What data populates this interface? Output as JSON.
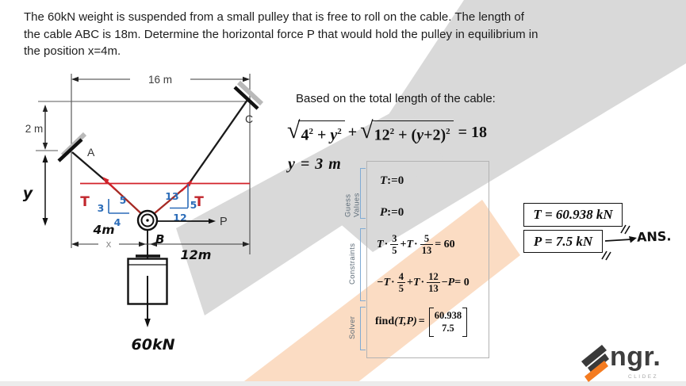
{
  "problem": {
    "text": "The 60kN weight is suspended from a small pulley that is free to roll on the cable. The length of the cable ABC is 18m. Determine the horizontal force P that would hold the pulley in equilibrium in the position x=4m."
  },
  "diagram": {
    "dim_top": "16 m",
    "dim_left": "2 m",
    "axis_y": "y",
    "dim_x": "x",
    "dim_4m": "4m",
    "dim_12m": "12m",
    "point_a": "A",
    "point_b": "B",
    "point_c": "C",
    "force_p": "P",
    "weight_label": "60kN",
    "tension_left": "T",
    "tension_right": "T",
    "slope_left": {
      "v": "3",
      "h": "4",
      "hyp": "5"
    },
    "slope_right": {
      "v": "5",
      "h": "12",
      "hyp": "13"
    }
  },
  "solution": {
    "intro": "Based on the total length of the cable:",
    "eq": {
      "sqrt": "√",
      "r1a": "4",
      "e1": "2",
      "p1": " + ",
      "y1": "y",
      "e2": "2",
      "plus": "+",
      "r2a": "12",
      "e3": "2",
      "p2": " + (",
      "y2": "y",
      "t2": "+2)",
      "e4": "2",
      "rhs": "= 18"
    },
    "yres": {
      "lhs": "y",
      "eq": " = ",
      "rhs": "3 m"
    },
    "block": {
      "sections": {
        "guess": "Guess Values",
        "constraints": "Constraints",
        "solver": "Solver"
      },
      "g1": {
        "v": "T",
        "op": ":=",
        "val": "0"
      },
      "g2": {
        "v": "P",
        "op": ":=",
        "val": "0"
      },
      "c1": {
        "t1": "T",
        "dot1": "·",
        "n1": "3",
        "d1": "5",
        "plus": "+",
        "t2": "T",
        "dot2": "·",
        "n2": "5",
        "d2": "13",
        "rhs": "= 60"
      },
      "c2": {
        "t1": "−T",
        "dot1": "·",
        "n1": "4",
        "d1": "5",
        "plus": "+",
        "t2": "T",
        "dot2": "·",
        "n2": "12",
        "d2": "13",
        "minus": "−",
        "p": "P",
        "rhs": "= 0"
      },
      "solver": {
        "fn": "find",
        "args": "(T,P)",
        "eq": "=",
        "m1": "60.938",
        "m2": "7.5"
      }
    },
    "answers": {
      "t": "T = 60.938 kN",
      "p": "P = 7.5 kN",
      "ans": "ANS."
    }
  },
  "logo": {
    "brand": "ngr.",
    "sub": "CLIDEZ"
  },
  "colors": {
    "watermark_gray": "#d9d9d9",
    "watermark_peach": "#fbdcc3",
    "red": "#d3222a",
    "dark_red": "#a62a24",
    "blue": "#2b6cb8",
    "bracket_blue": "#7fabd4",
    "logo_orange": "#f47b20"
  }
}
